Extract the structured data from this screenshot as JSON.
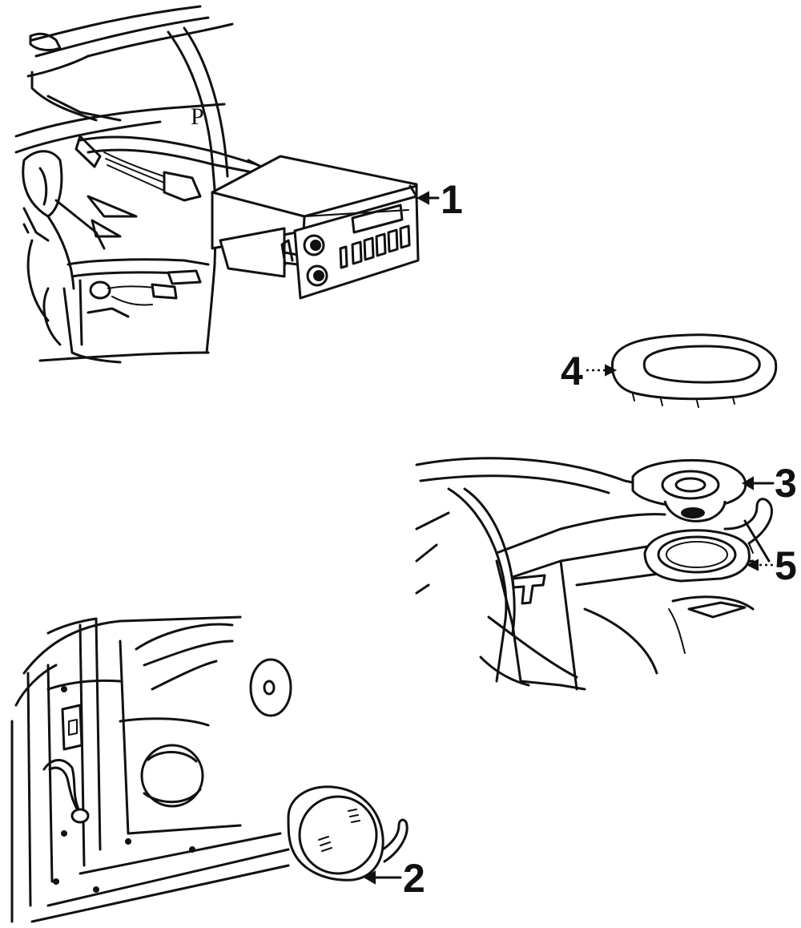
{
  "callouts": [
    {
      "id": "1",
      "label": "1"
    },
    {
      "id": "2",
      "label": "2"
    },
    {
      "id": "3",
      "label": "3"
    },
    {
      "id": "4",
      "label": "4"
    },
    {
      "id": "5",
      "label": "5"
    }
  ],
  "glyphs": {
    "park_indicator": "P"
  },
  "colors": {
    "ink": "#111111",
    "paper": "#ffffff"
  }
}
